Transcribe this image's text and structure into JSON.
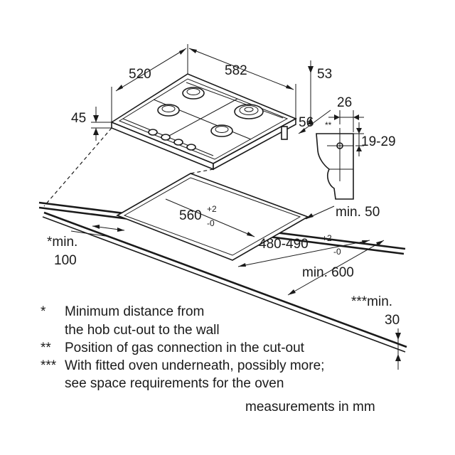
{
  "dims": {
    "hob_depth": "520",
    "hob_width": "582",
    "hob_height": "45",
    "gas_offset_top": "53",
    "gas_offset_side": "56",
    "pipe_depth": "26",
    "pipe_marker": "**",
    "pipe_height": "19-29",
    "cutout_width": "560",
    "cutout_width_tol_plus": "+2",
    "cutout_width_tol_minus": "-0",
    "cutout_depth": "480-490",
    "cutout_depth_tol_plus": "+2",
    "cutout_depth_tol_minus": "-0",
    "min_front": "min. 50",
    "min_wall_a": "*min.",
    "min_wall_b": "100",
    "min_worktop": "min. 600",
    "min_oven_a": "***min.",
    "min_oven_b": "30"
  },
  "legend": [
    {
      "mark": "*",
      "lines": [
        "Minimum distance from",
        "the hob cut-out to the wall"
      ]
    },
    {
      "mark": "**",
      "lines": [
        "Position of gas connection in the cut-out"
      ]
    },
    {
      "mark": "***",
      "lines": [
        "With fitted oven underneath, possibly more;",
        "see space requirements for the oven"
      ]
    }
  ],
  "units_note": "measurements in mm"
}
